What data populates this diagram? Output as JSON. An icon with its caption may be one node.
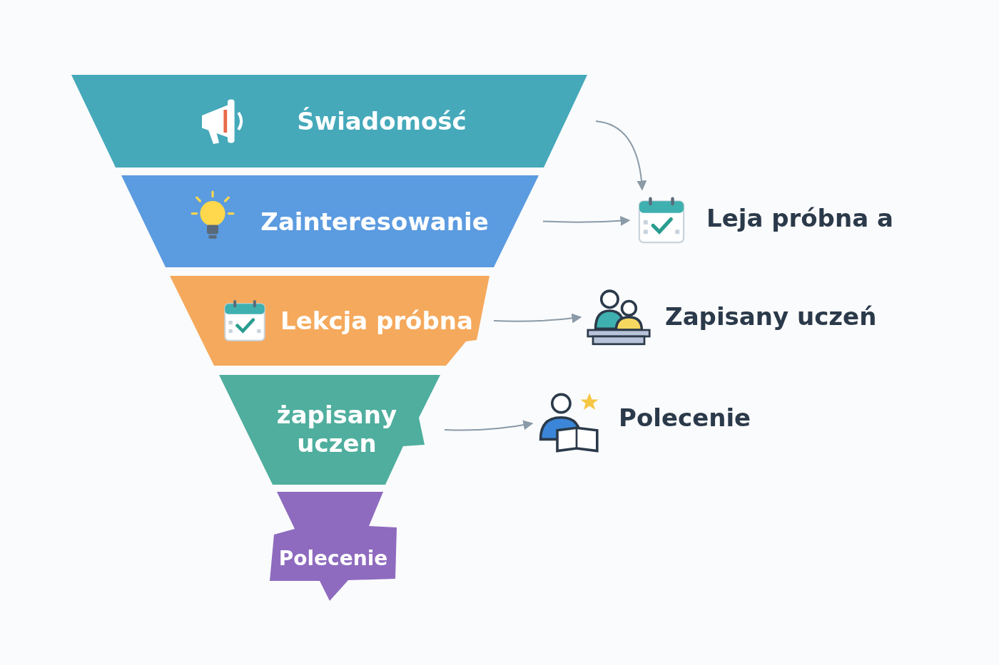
{
  "diagram": {
    "nodes": [
      {
        "text": [
          "Świadomość"
        ]
      },
      {
        "text": [
          "Zainteresowanie"
        ]
      },
      {
        "text": [
          "Lekcja próbna"
        ]
      },
      {
        "text": [
          "żapisany uczen"
        ]
      },
      {
        "text": [
          "Polecenie"
        ]
      },
      {
        "text": [
          "Leja próbna a"
        ]
      },
      {
        "text": [
          "Zapisany uczeń"
        ]
      },
      {
        "text": [
          "Polecenie"
        ]
      }
    ],
    "edges": [
      {
        "from": 0,
        "to": 5,
        "arrow": "to"
      },
      {
        "from": 1,
        "to": 5,
        "arrow": "to"
      },
      {
        "from": 2,
        "to": 6,
        "arrow": "to"
      },
      {
        "from": 3,
        "to": 7,
        "arrow": "to"
      }
    ]
  }
}
